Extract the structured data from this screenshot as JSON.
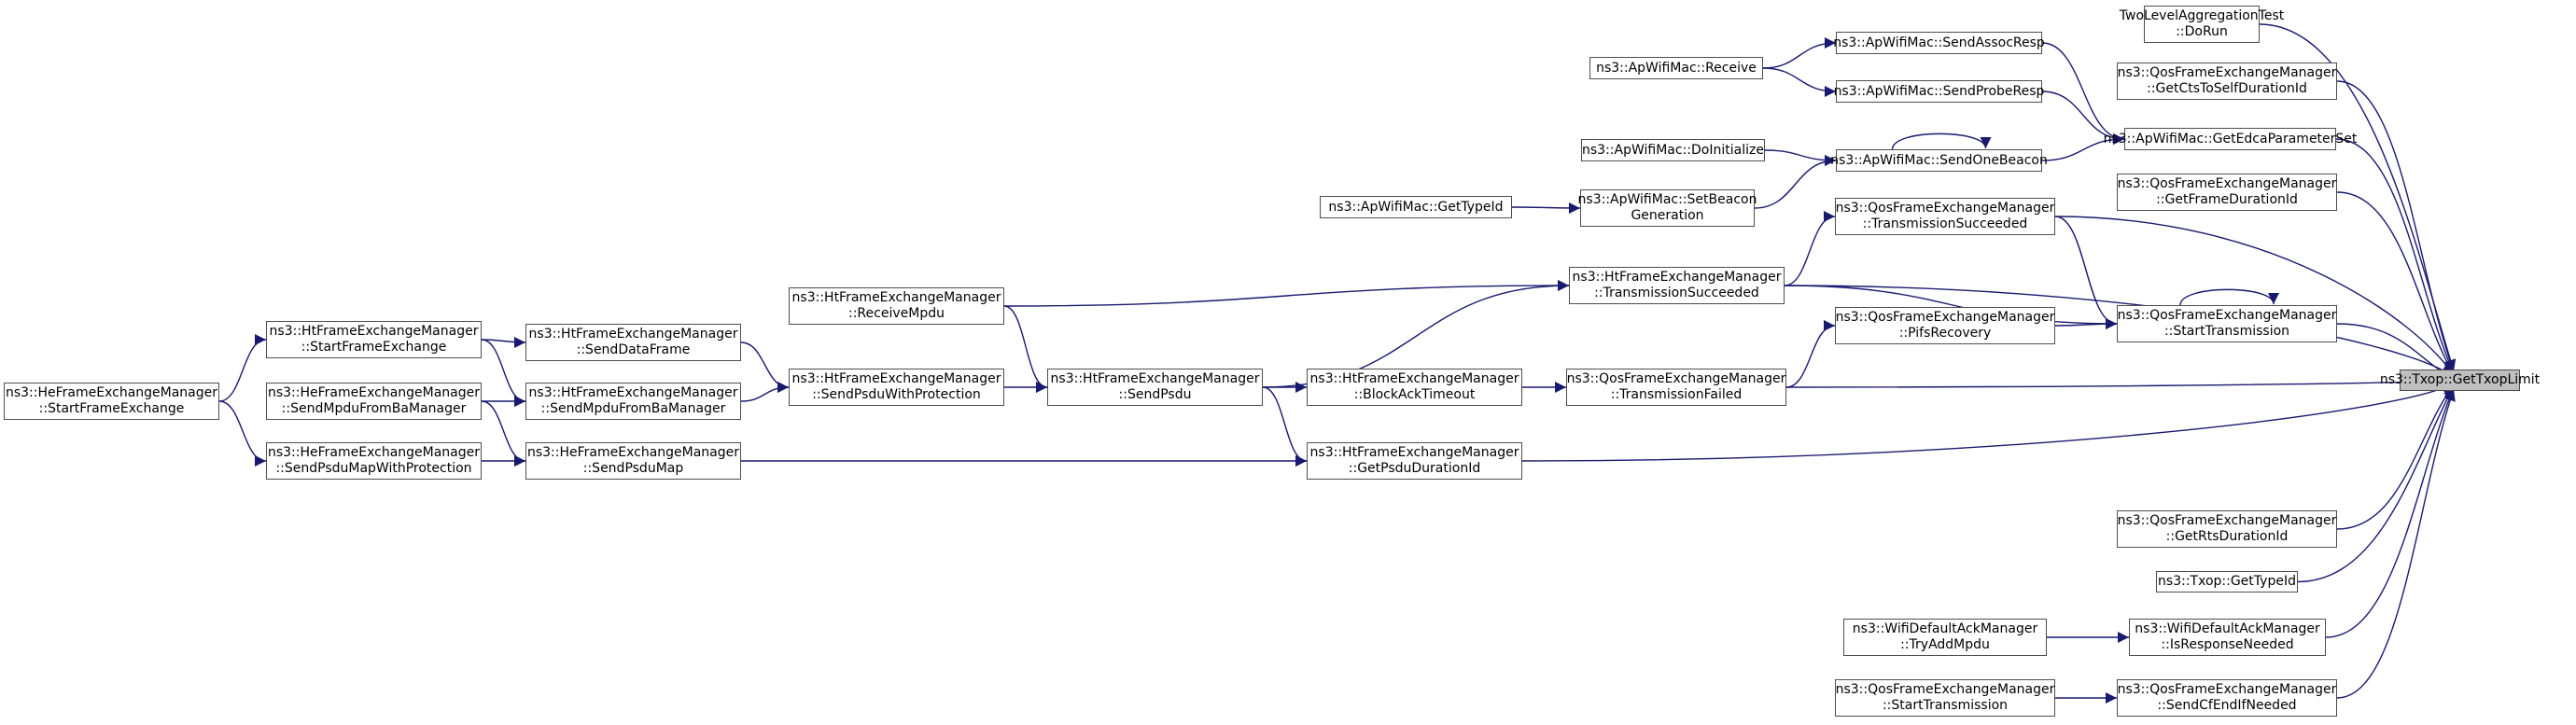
{
  "diagram": {
    "colors": {
      "edge": "#191970",
      "node_border": "#4d4d4d",
      "root_fill": "#bfbfbf",
      "node_fill": "#ffffff"
    },
    "nodes": [
      {
        "id": "getTxopLimit",
        "lines": [
          "ns3::Txop::GetTxopLimit"
        ],
        "root": true
      },
      {
        "id": "twoLevelDoRun",
        "lines": [
          "TwoLevelAggregationTest",
          "::DoRun"
        ]
      },
      {
        "id": "qosGetCtsToSelf",
        "lines": [
          "ns3::QosFrameExchangeManager",
          "::GetCtsToSelfDurationId"
        ]
      },
      {
        "id": "apGetEdca",
        "lines": [
          "ns3::ApWifiMac::GetEdcaParameterSet"
        ]
      },
      {
        "id": "qosGetFrameDuration",
        "lines": [
          "ns3::QosFrameExchangeManager",
          "::GetFrameDurationId"
        ]
      },
      {
        "id": "qosStartTransmission",
        "lines": [
          "ns3::QosFrameExchangeManager",
          "::StartTransmission"
        ]
      },
      {
        "id": "qosGetRtsDuration",
        "lines": [
          "ns3::QosFrameExchangeManager",
          "::GetRtsDurationId"
        ]
      },
      {
        "id": "txopGetTypeId",
        "lines": [
          "ns3::Txop::GetTypeId"
        ]
      },
      {
        "id": "ackIsResponseNeeded",
        "lines": [
          "ns3::WifiDefaultAckManager",
          "::IsResponseNeeded"
        ]
      },
      {
        "id": "qosSendCfEndIfNeeded",
        "lines": [
          "ns3::QosFrameExchangeManager",
          "::SendCfEndIfNeeded"
        ]
      },
      {
        "id": "apSendAssocResp",
        "lines": [
          "ns3::ApWifiMac::SendAssocResp"
        ]
      },
      {
        "id": "apSendProbeResp",
        "lines": [
          "ns3::ApWifiMac::SendProbeResp"
        ]
      },
      {
        "id": "apSendOneBeacon",
        "lines": [
          "ns3::ApWifiMac::SendOneBeacon"
        ]
      },
      {
        "id": "apSetBeaconGeneration",
        "lines": [
          "ns3::ApWifiMac::SetBeacon",
          "Generation"
        ]
      },
      {
        "id": "qosTransmissionSucceeded",
        "lines": [
          "ns3::QosFrameExchangeManager",
          "::TransmissionSucceeded"
        ]
      },
      {
        "id": "qosPifsRecovery",
        "lines": [
          "ns3::QosFrameExchangeManager",
          "::PifsRecovery"
        ]
      },
      {
        "id": "qosTransmissionFailed",
        "lines": [
          "ns3::QosFrameExchangeManager",
          "::TransmissionFailed"
        ]
      },
      {
        "id": "ackTryAddMpdu",
        "lines": [
          "ns3::WifiDefaultAckManager",
          "::TryAddMpdu"
        ]
      },
      {
        "id": "qosStartTransmission2",
        "lines": [
          "ns3::QosFrameExchangeManager",
          "::StartTransmission"
        ]
      },
      {
        "id": "apReceive",
        "lines": [
          "ns3::ApWifiMac::Receive"
        ]
      },
      {
        "id": "apDoInitialize",
        "lines": [
          "ns3::ApWifiMac::DoInitialize"
        ]
      },
      {
        "id": "apGetTypeId",
        "lines": [
          "ns3::ApWifiMac::GetTypeId"
        ]
      },
      {
        "id": "htTransmissionSucceeded",
        "lines": [
          "ns3::HtFrameExchangeManager",
          "::TransmissionSucceeded"
        ]
      },
      {
        "id": "htBlockAckTimeout",
        "lines": [
          "ns3::HtFrameExchangeManager",
          "::BlockAckTimeout"
        ]
      },
      {
        "id": "htGetPsduDurationId",
        "lines": [
          "ns3::HtFrameExchangeManager",
          "::GetPsduDurationId"
        ]
      },
      {
        "id": "htReceiveMpdu",
        "lines": [
          "ns3::HtFrameExchangeManager",
          "::ReceiveMpdu"
        ]
      },
      {
        "id": "htSendPsdu",
        "lines": [
          "ns3::HtFrameExchangeManager",
          "::SendPsdu"
        ]
      },
      {
        "id": "htSendPsduWithProtection",
        "lines": [
          "ns3::HtFrameExchangeManager",
          "::SendPsduWithProtection"
        ]
      },
      {
        "id": "htSendDataFrame",
        "lines": [
          "ns3::HtFrameExchangeManager",
          "::SendDataFrame"
        ]
      },
      {
        "id": "htSendMpduFromBaManager",
        "lines": [
          "ns3::HtFrameExchangeManager",
          "::SendMpduFromBaManager"
        ]
      },
      {
        "id": "heSendPsduMap",
        "lines": [
          "ns3::HeFrameExchangeManager",
          "::SendPsduMap"
        ]
      },
      {
        "id": "htStartFrameExchange",
        "lines": [
          "ns3::HtFrameExchangeManager",
          "::StartFrameExchange"
        ]
      },
      {
        "id": "heSendMpduFromBaManager",
        "lines": [
          "ns3::HeFrameExchangeManager",
          "::SendMpduFromBaManager"
        ]
      },
      {
        "id": "heSendPsduMapWithProtection",
        "lines": [
          "ns3::HeFrameExchangeManager",
          "::SendPsduMapWithProtection"
        ]
      },
      {
        "id": "heStartFrameExchange",
        "lines": [
          "ns3::HeFrameExchangeManager",
          "::StartFrameExchange"
        ]
      }
    ],
    "edges": [
      [
        "twoLevelDoRun",
        "getTxopLimit"
      ],
      [
        "qosGetCtsToSelf",
        "getTxopLimit"
      ],
      [
        "apGetEdca",
        "getTxopLimit"
      ],
      [
        "qosGetFrameDuration",
        "getTxopLimit"
      ],
      [
        "qosStartTransmission",
        "getTxopLimit"
      ],
      [
        "qosGetRtsDuration",
        "getTxopLimit"
      ],
      [
        "txopGetTypeId",
        "getTxopLimit"
      ],
      [
        "ackIsResponseNeeded",
        "getTxopLimit"
      ],
      [
        "qosSendCfEndIfNeeded",
        "getTxopLimit"
      ],
      [
        "qosTransmissionSucceeded",
        "getTxopLimit"
      ],
      [
        "htTransmissionSucceeded",
        "getTxopLimit"
      ],
      [
        "qosTransmissionFailed",
        "getTxopLimit"
      ],
      [
        "htGetPsduDurationId",
        "getTxopLimit"
      ],
      [
        "apSendAssocResp",
        "apGetEdca"
      ],
      [
        "apSendProbeResp",
        "apGetEdca"
      ],
      [
        "apSendOneBeacon",
        "apGetEdca"
      ],
      [
        "apSendOneBeacon",
        "apSendOneBeacon"
      ],
      [
        "apReceive",
        "apSendAssocResp"
      ],
      [
        "apReceive",
        "apSendProbeResp"
      ],
      [
        "apDoInitialize",
        "apSendOneBeacon"
      ],
      [
        "apSetBeaconGeneration",
        "apSendOneBeacon"
      ],
      [
        "apGetTypeId",
        "apSetBeaconGeneration"
      ],
      [
        "qosTransmissionSucceeded",
        "qosStartTransmission"
      ],
      [
        "htTransmissionSucceeded",
        "qosStartTransmission"
      ],
      [
        "qosPifsRecovery",
        "qosStartTransmission"
      ],
      [
        "qosStartTransmission",
        "qosStartTransmission"
      ],
      [
        "htTransmissionSucceeded",
        "qosTransmissionSucceeded"
      ],
      [
        "qosTransmissionFailed",
        "qosPifsRecovery"
      ],
      [
        "htBlockAckTimeout",
        "qosTransmissionFailed"
      ],
      [
        "ackTryAddMpdu",
        "ackIsResponseNeeded"
      ],
      [
        "qosStartTransmission2",
        "qosSendCfEndIfNeeded"
      ],
      [
        "htReceiveMpdu",
        "htTransmissionSucceeded"
      ],
      [
        "htSendPsdu",
        "htTransmissionSucceeded"
      ],
      [
        "htSendPsdu",
        "htBlockAckTimeout"
      ],
      [
        "htSendPsdu",
        "htGetPsduDurationId"
      ],
      [
        "heSendPsduMap",
        "htGetPsduDurationId"
      ],
      [
        "htReceiveMpdu",
        "htSendPsdu"
      ],
      [
        "htSendPsduWithProtection",
        "htSendPsdu"
      ],
      [
        "htSendDataFrame",
        "htSendPsduWithProtection"
      ],
      [
        "htSendMpduFromBaManager",
        "htSendPsduWithProtection"
      ],
      [
        "htStartFrameExchange",
        "htSendDataFrame"
      ],
      [
        "htStartFrameExchange",
        "htSendMpduFromBaManager"
      ],
      [
        "heSendMpduFromBaManager",
        "htSendMpduFromBaManager"
      ],
      [
        "heSendMpduFromBaManager",
        "heSendPsduMap"
      ],
      [
        "heSendPsduMapWithProtection",
        "heSendPsduMap"
      ],
      [
        "heStartFrameExchange",
        "htStartFrameExchange"
      ],
      [
        "heStartFrameExchange",
        "heSendPsduMapWithProtection"
      ]
    ]
  }
}
